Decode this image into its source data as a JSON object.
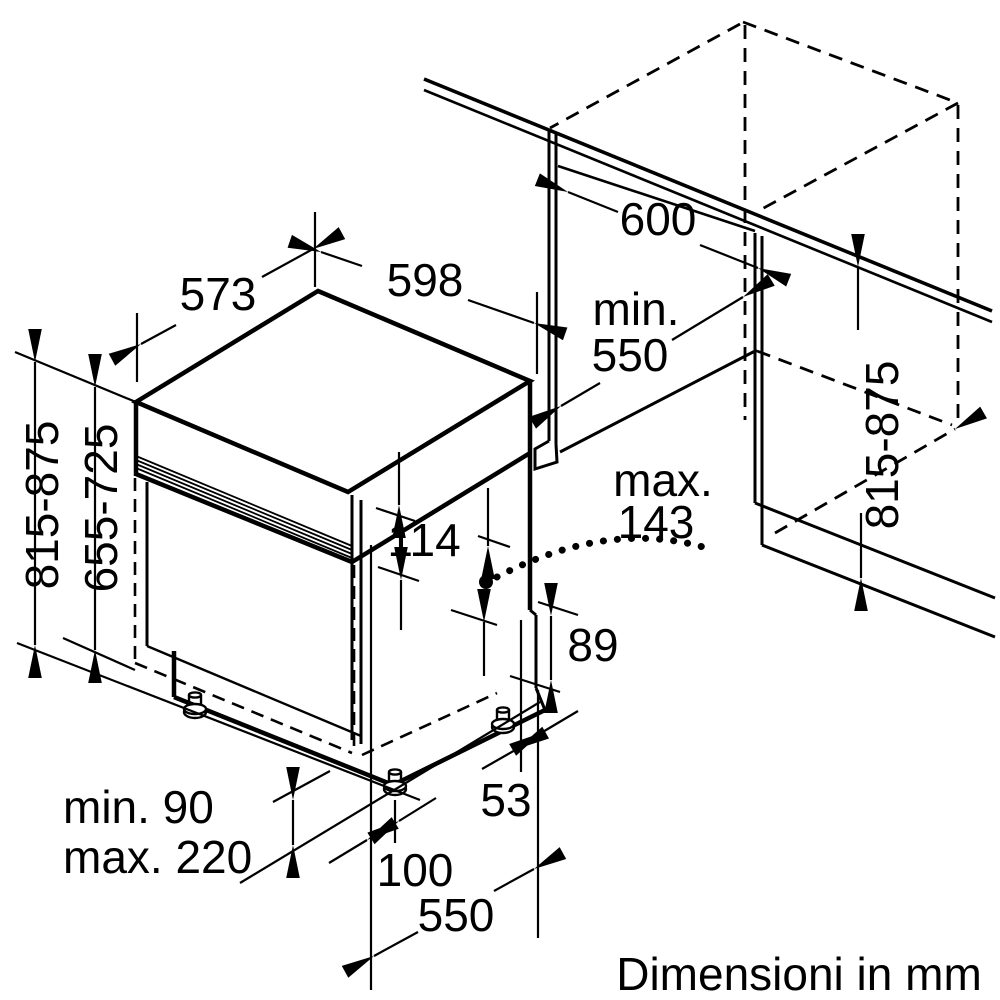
{
  "diagram": {
    "caption": "Dimensioni in mm",
    "labels": {
      "top_depth": "573",
      "width": "598",
      "niche_width": "600",
      "niche_depth_word": "min.",
      "niche_depth_value": "550",
      "height_range_left": "815-875",
      "height_range_right": "815-875",
      "front_height_range": "655-725",
      "control_panel_height": "114",
      "door_clearance_word": "max.",
      "door_clearance_value": "143",
      "notch_height": "89",
      "rear_foot_offset": "53",
      "plinth_min": "min. 90",
      "plinth_max": "max. 220",
      "foot_inset": "100",
      "base_depth": "550"
    },
    "colors": {
      "line": "#000000",
      "background": "#ffffff"
    }
  }
}
